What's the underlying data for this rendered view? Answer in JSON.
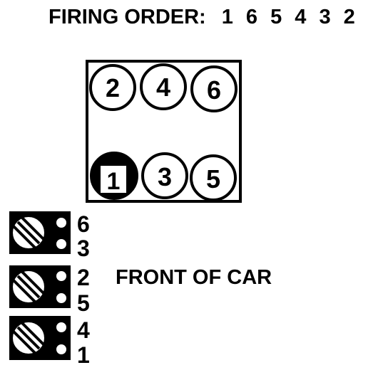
{
  "title": {
    "label": "FIRING ORDER:",
    "order": "1 6 5 4 3 2"
  },
  "cylinders": {
    "top_row": [
      "2",
      "4",
      "6"
    ],
    "bottom_row": [
      "1",
      "3",
      "5"
    ],
    "highlighted": "1"
  },
  "coil_packs": [
    {
      "upper": "6",
      "lower": "3"
    },
    {
      "upper": "2",
      "lower": "5"
    },
    {
      "upper": "4",
      "lower": "1"
    }
  ],
  "front_label": "FRONT OF CAR"
}
